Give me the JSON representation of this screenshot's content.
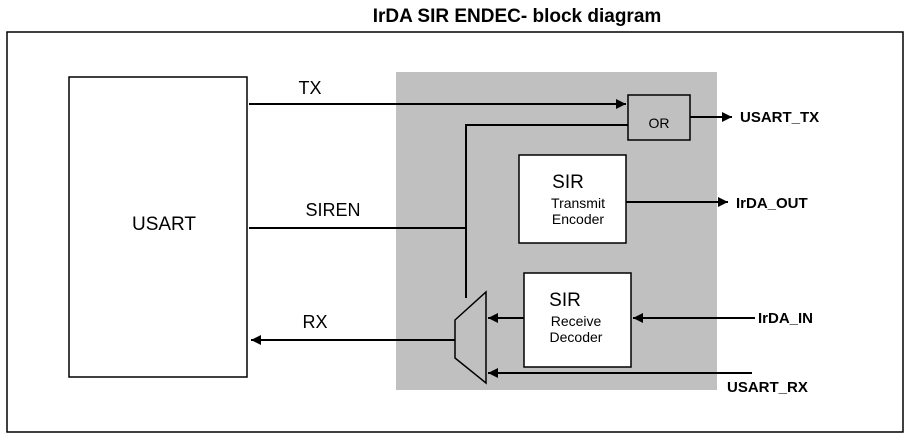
{
  "title": "IrDA SIR ENDEC- block diagram",
  "blocks": {
    "usart": "USART",
    "or_gate": "OR",
    "encoder": {
      "line1": "SIR",
      "line2": "Transmit",
      "line3": "Encoder"
    },
    "decoder": {
      "line1": "SIR",
      "line2": "Receive",
      "line3": "Decoder"
    }
  },
  "signals": {
    "tx": "TX",
    "siren": "SIREN",
    "rx": "RX",
    "usart_tx": "USART_TX",
    "irda_out": "IrDA_OUT",
    "irda_in": "IrDA_IN",
    "usart_rx": "USART_RX"
  },
  "colors": {
    "endec_background": "#c0c0c0",
    "line": "#000000",
    "block_fill": "#ffffff"
  }
}
